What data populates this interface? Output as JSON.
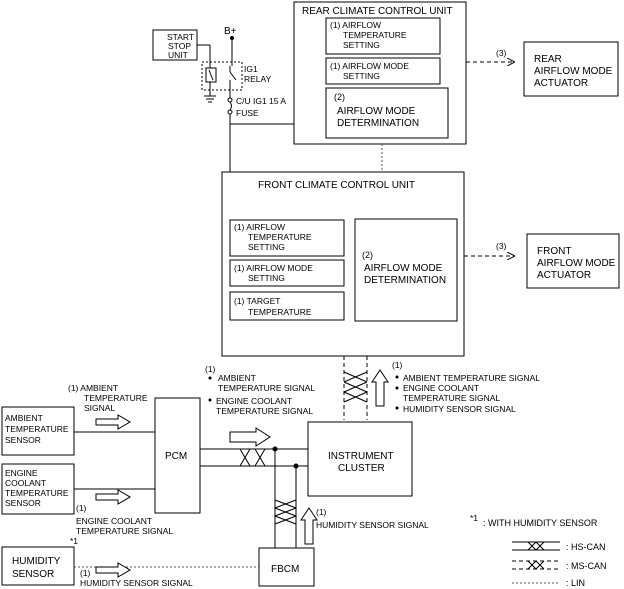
{
  "power": {
    "bplus": "B+"
  },
  "start_stop_unit": {
    "line1": "START",
    "line2": "STOP",
    "line3": "UNIT"
  },
  "ig1_relay": {
    "line1": "IG1",
    "line2": "RELAY"
  },
  "fuse": {
    "line1": "C/U IG1 15 A",
    "line2": "FUSE"
  },
  "rear_ccu": {
    "title": "REAR CLIMATE CONTROL UNIT",
    "airflow_temp": {
      "line1": "(1) AIRFLOW",
      "line2": "TEMPERATURE",
      "line3": "SETTING"
    },
    "airflow_mode": {
      "line1": "(1) AIRFLOW MODE",
      "line2": "SETTING"
    },
    "determination": {
      "line1": "(2)",
      "line2": "AIRFLOW MODE",
      "line3": "DETERMINATION"
    }
  },
  "rear_actuator": {
    "label": "(3)",
    "line1": "REAR",
    "line2": "AIRFLOW MODE",
    "line3": "ACTUATOR"
  },
  "front_ccu": {
    "title": "FRONT CLIMATE CONTROL UNIT",
    "airflow_temp": {
      "line1": "(1) AIRFLOW",
      "line2": "TEMPERATURE",
      "line3": "SETTING"
    },
    "airflow_mode": {
      "line1": "(1) AIRFLOW MODE",
      "line2": "SETTING"
    },
    "target_temp": {
      "line1": "(1) TARGET",
      "line2": "TEMPERATURE"
    },
    "determination": {
      "line1": "(2)",
      "line2": "AIRFLOW MODE",
      "line3": "DETERMINATION"
    }
  },
  "front_actuator": {
    "label": "(3)",
    "line1": "FRONT",
    "line2": "AIRFLOW MODE",
    "line3": "ACTUATOR"
  },
  "pcm_signals": {
    "num": "(1)",
    "item1_line1": "AMBIENT",
    "item1_line2": "TEMPERATURE SIGNAL",
    "item2_line1": "ENGINE COOLANT",
    "item2_line2": "TEMPERATURE SIGNAL"
  },
  "cluster_signals": {
    "num": "(1)",
    "item1": "AMBIENT TEMPERATURE SIGNAL",
    "item2_line1": "ENGINE COOLANT",
    "item2_line2": "TEMPERATURE SIGNAL",
    "item3": "HUMIDITY SENSOR SIGNAL"
  },
  "ambient_signal": {
    "line1": "(1) AMBIENT",
    "line2": "TEMPERATURE",
    "line3": "SIGNAL"
  },
  "ambient_sensor": {
    "line1": "AMBIENT",
    "line2": "TEMPERATURE",
    "line3": "SENSOR"
  },
  "ect_sensor": {
    "line1": "ENGINE",
    "line2": "COOLANT",
    "line3": "TEMPERATURE",
    "line4": "SENSOR"
  },
  "ect_signal": {
    "line1": "(1)",
    "line2": "ENGINE COOLANT",
    "line3": "TEMPERATURE SIGNAL"
  },
  "pcm": {
    "label": "PCM"
  },
  "instrument_cluster": {
    "line1": "INSTRUMENT",
    "line2": "CLUSTER"
  },
  "humidity_signal_up": {
    "num": "(1)",
    "text": "HUMIDITY SENSOR SIGNAL"
  },
  "humidity_sensor": {
    "mark": "*1",
    "line1": "HUMIDITY",
    "line2": "SENSOR"
  },
  "humidity_signal_bottom": {
    "text": "(1)",
    "text2": "HUMIDITY SENSOR SIGNAL"
  },
  "fbcm": {
    "label": "FBCM"
  },
  "footnote": {
    "mark": "*1",
    "text": ": WITH HUMIDITY SENSOR"
  },
  "legend": {
    "hs_can": ": HS-CAN",
    "ms_can": ": MS-CAN",
    "lin": ": LIN"
  }
}
